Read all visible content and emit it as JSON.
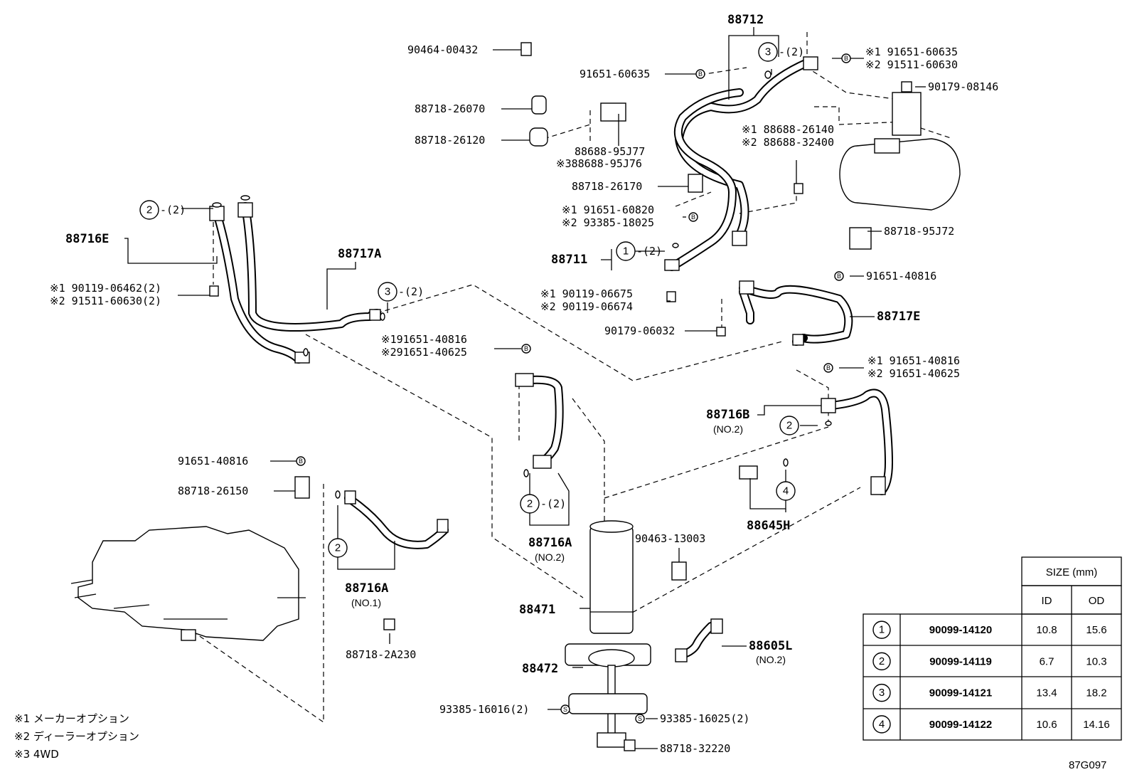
{
  "parts": {
    "p88712": "88712",
    "p90464_00432": "90464-00432",
    "p91651_60635": "91651-60635",
    "p88718_26070": "88718-26070",
    "p88718_26120": "88718-26120",
    "p88688_95J77": "88688-95J77",
    "p88688_95J76": "※388688-95J76",
    "p88718_26170": "88718-26170",
    "p91651_60820": "※1 91651-60820",
    "p93385_18025": "※2 93385-18025",
    "p88711": "88711",
    "p90119_06675": "※1 90119-06675",
    "p90119_06674": "※2 90119-06674",
    "p90179_06032": "90179-06032",
    "p88717E": "88717E",
    "p91651_60635_r": "※1 91651-60635",
    "p91511_60630_r": "※2 91511-60630",
    "p90179_08146": "90179-08146",
    "p88688_26140": "※1 88688-26140",
    "p88688_32400": "※2 88688-32400",
    "p88718_95J72": "88718-95J72",
    "p91651_40816_r": "91651-40816",
    "p88716E": "88716E",
    "p90119_06462": "※1 90119-06462(2)",
    "p91511_60630_2": "※2 91511-60630(2)",
    "p88717A": "88717A",
    "p91651_40816_c": "※191651-40816",
    "p91651_40625_c": "※291651-40625",
    "p91651_40816_rr": "※1 91651-40816",
    "p91651_40625_rr": "※2 91651-40625",
    "p88716B": "88716B",
    "p88716B_no": "(NO.2)",
    "p91651_40816_l": "91651-40816",
    "p88718_26150": "88718-26150",
    "p88716A2": "88716A",
    "p88716A2_no": "(NO.2)",
    "p88645H": "88645H",
    "p90463_13003": "90463-13003",
    "p88716A1": "88716A",
    "p88716A1_no": "(NO.1)",
    "p88471": "88471",
    "p88718_2A230": "88718-2A230",
    "p88605L": "88605L",
    "p88605L_no": "(NO.2)",
    "p88472": "88472",
    "p93385_16016": "93385-16016(2)",
    "p93385_16025": "93385-16025(2)",
    "p88718_32220": "88718-32220"
  },
  "qty": {
    "q2": "-(2)"
  },
  "circle_nums": [
    "1",
    "2",
    "3",
    "4"
  ],
  "marks": {
    "bolt": "B",
    "screw": "S"
  },
  "notes": {
    "n1": "※1 メーカーオプション",
    "n2": "※2 ディーラーオプション",
    "n3": "※3 4WD"
  },
  "figure_code": "87G097",
  "size_table": {
    "title": "SIZE (mm)",
    "col_id": "ID",
    "col_od": "OD",
    "rows": [
      {
        "num": "1",
        "part": "90099-14120",
        "id": "10.8",
        "od": "15.6"
      },
      {
        "num": "2",
        "part": "90099-14119",
        "id": "6.7",
        "od": "10.3"
      },
      {
        "num": "3",
        "part": "90099-14121",
        "id": "13.4",
        "od": "18.2"
      },
      {
        "num": "4",
        "part": "90099-14122",
        "id": "10.6",
        "od": "14.16"
      }
    ]
  }
}
